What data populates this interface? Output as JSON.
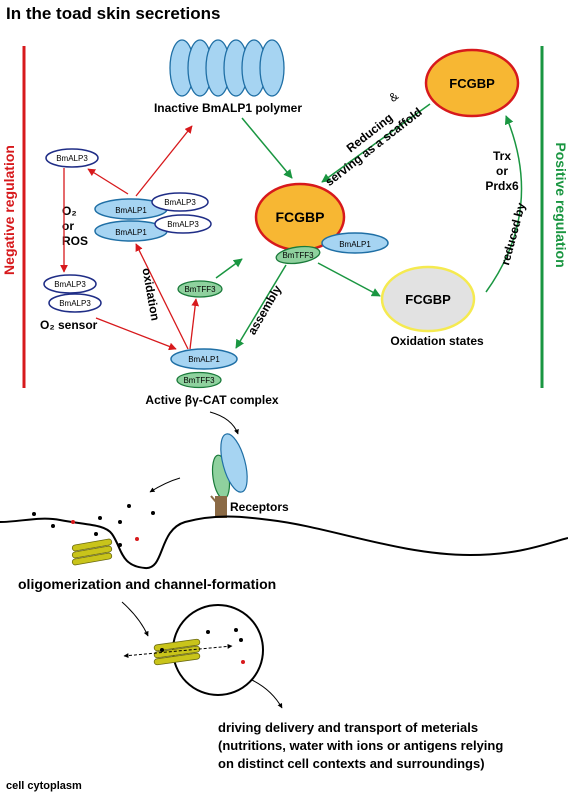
{
  "title": "In the toad skin secretions",
  "side_labels": {
    "left": "Negative regulation",
    "right": "Positive regulation"
  },
  "molecules": {
    "bmalp1": "BmALP1",
    "bmalp3": "BmALP3",
    "bmtff3": "BmTFF3",
    "fcgbp": "FCGBP"
  },
  "labels": {
    "inactive_polymer": "Inactive BmALP1 polymer",
    "o2_line1": "O₂",
    "o2_line2": "or",
    "o2_line3": "ROS",
    "o2_sensor": "O₂ sensor",
    "oxidation": "oxidation",
    "assembly": "assembly",
    "active_complex": "Active βγ-CAT complex",
    "reducing_line1": "Reducing",
    "reducing_amp": "&",
    "reducing_line2": "serving as a scaffold",
    "oxidation_states": "Oxidation states",
    "trx_line1": "Trx",
    "trx_line2": "or",
    "trx_line3": "Prdx6",
    "reduced_by": "reduced by",
    "receptors": "Receptors",
    "oligomerization": "oligomerization and channel-formation",
    "driving_line1": "driving delivery and transport of meterials",
    "driving_line2": "(nutritions, water with ions or antigens relying",
    "driving_line3": "on distinct cell contexts and surroundings)",
    "cell_cytoplasm": "cell cytoplasm"
  },
  "colors": {
    "red": "#d7191c",
    "green": "#1a9641",
    "light_blue": "#a6d4f2",
    "dark_blue": "#1f2d86",
    "orange": "#f7b733",
    "gray": "#e2e2e2",
    "yellow": "#f5ea50",
    "light_green": "#8fd19e",
    "olive": "#c9c41a"
  }
}
